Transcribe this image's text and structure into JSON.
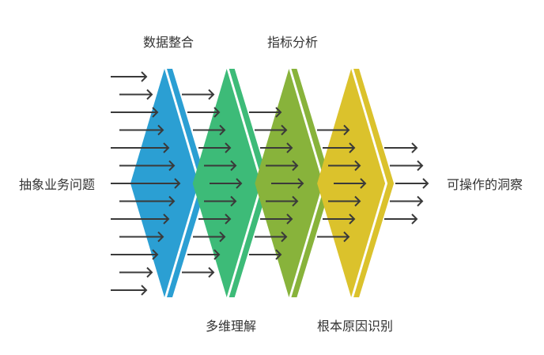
{
  "input_label": "抽象业务问题",
  "output_label": "可操作的洞察",
  "stages": [
    {
      "label": "数据整合",
      "color": "#2B9FD3",
      "label_position": "top"
    },
    {
      "label": "多维理解",
      "color": "#3DBB78",
      "label_position": "bottom"
    },
    {
      "label": "指标分析",
      "color": "#88B33B",
      "label_position": "top"
    },
    {
      "label": "根本原因识别",
      "color": "#DBC22C",
      "label_position": "bottom"
    }
  ],
  "arrow_color": "#3a3a3a"
}
